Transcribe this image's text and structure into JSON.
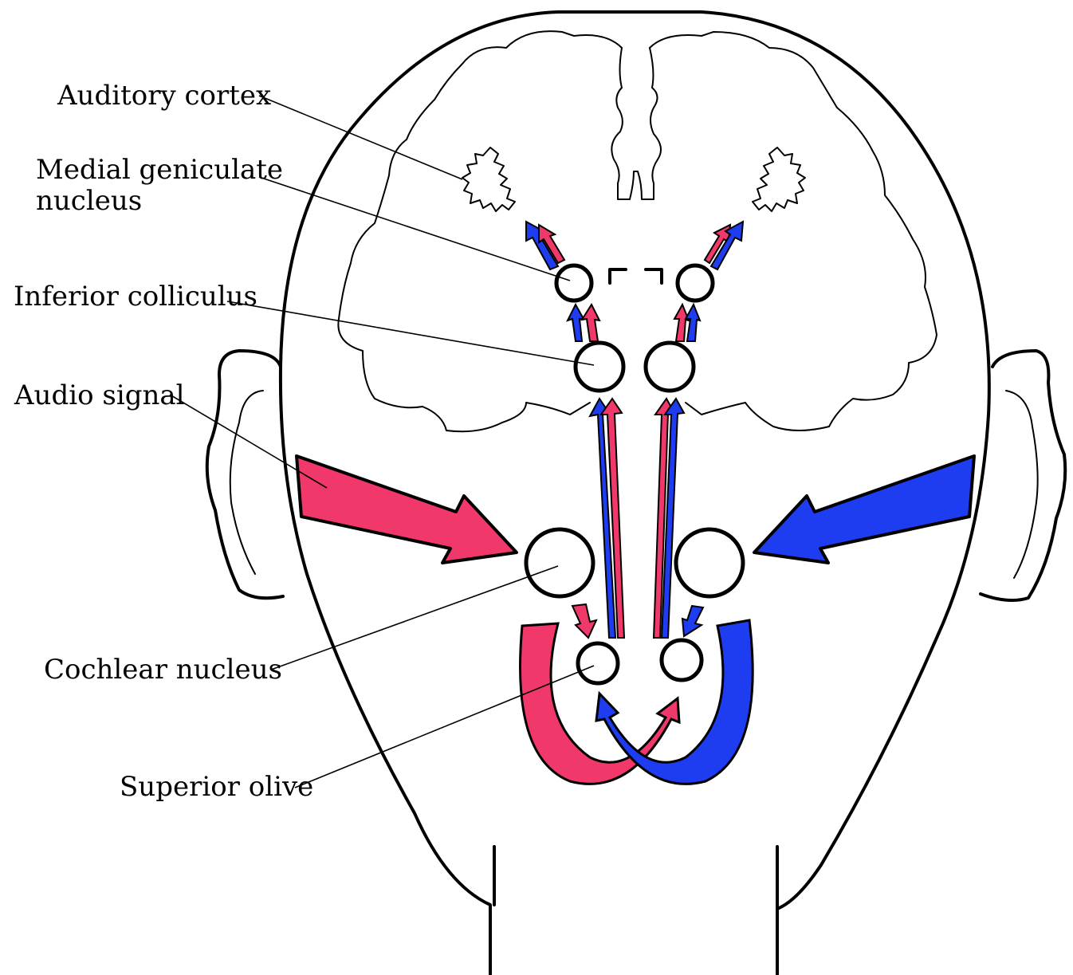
{
  "colors": {
    "left_signal": "#f0386b",
    "right_signal": "#1f3df0",
    "outline": "#000000",
    "background": "#ffffff"
  },
  "labels": {
    "auditory_cortex": "Auditory cortex",
    "medial_geniculate_line1": "Medial geniculate",
    "medial_geniculate_line2": "nucleus",
    "inferior_colliculus": "Inferior colliculus",
    "audio_signal": "Audio signal",
    "cochlear_nucleus": "Cochlear nucleus",
    "superior_olive": "Superior olive"
  }
}
